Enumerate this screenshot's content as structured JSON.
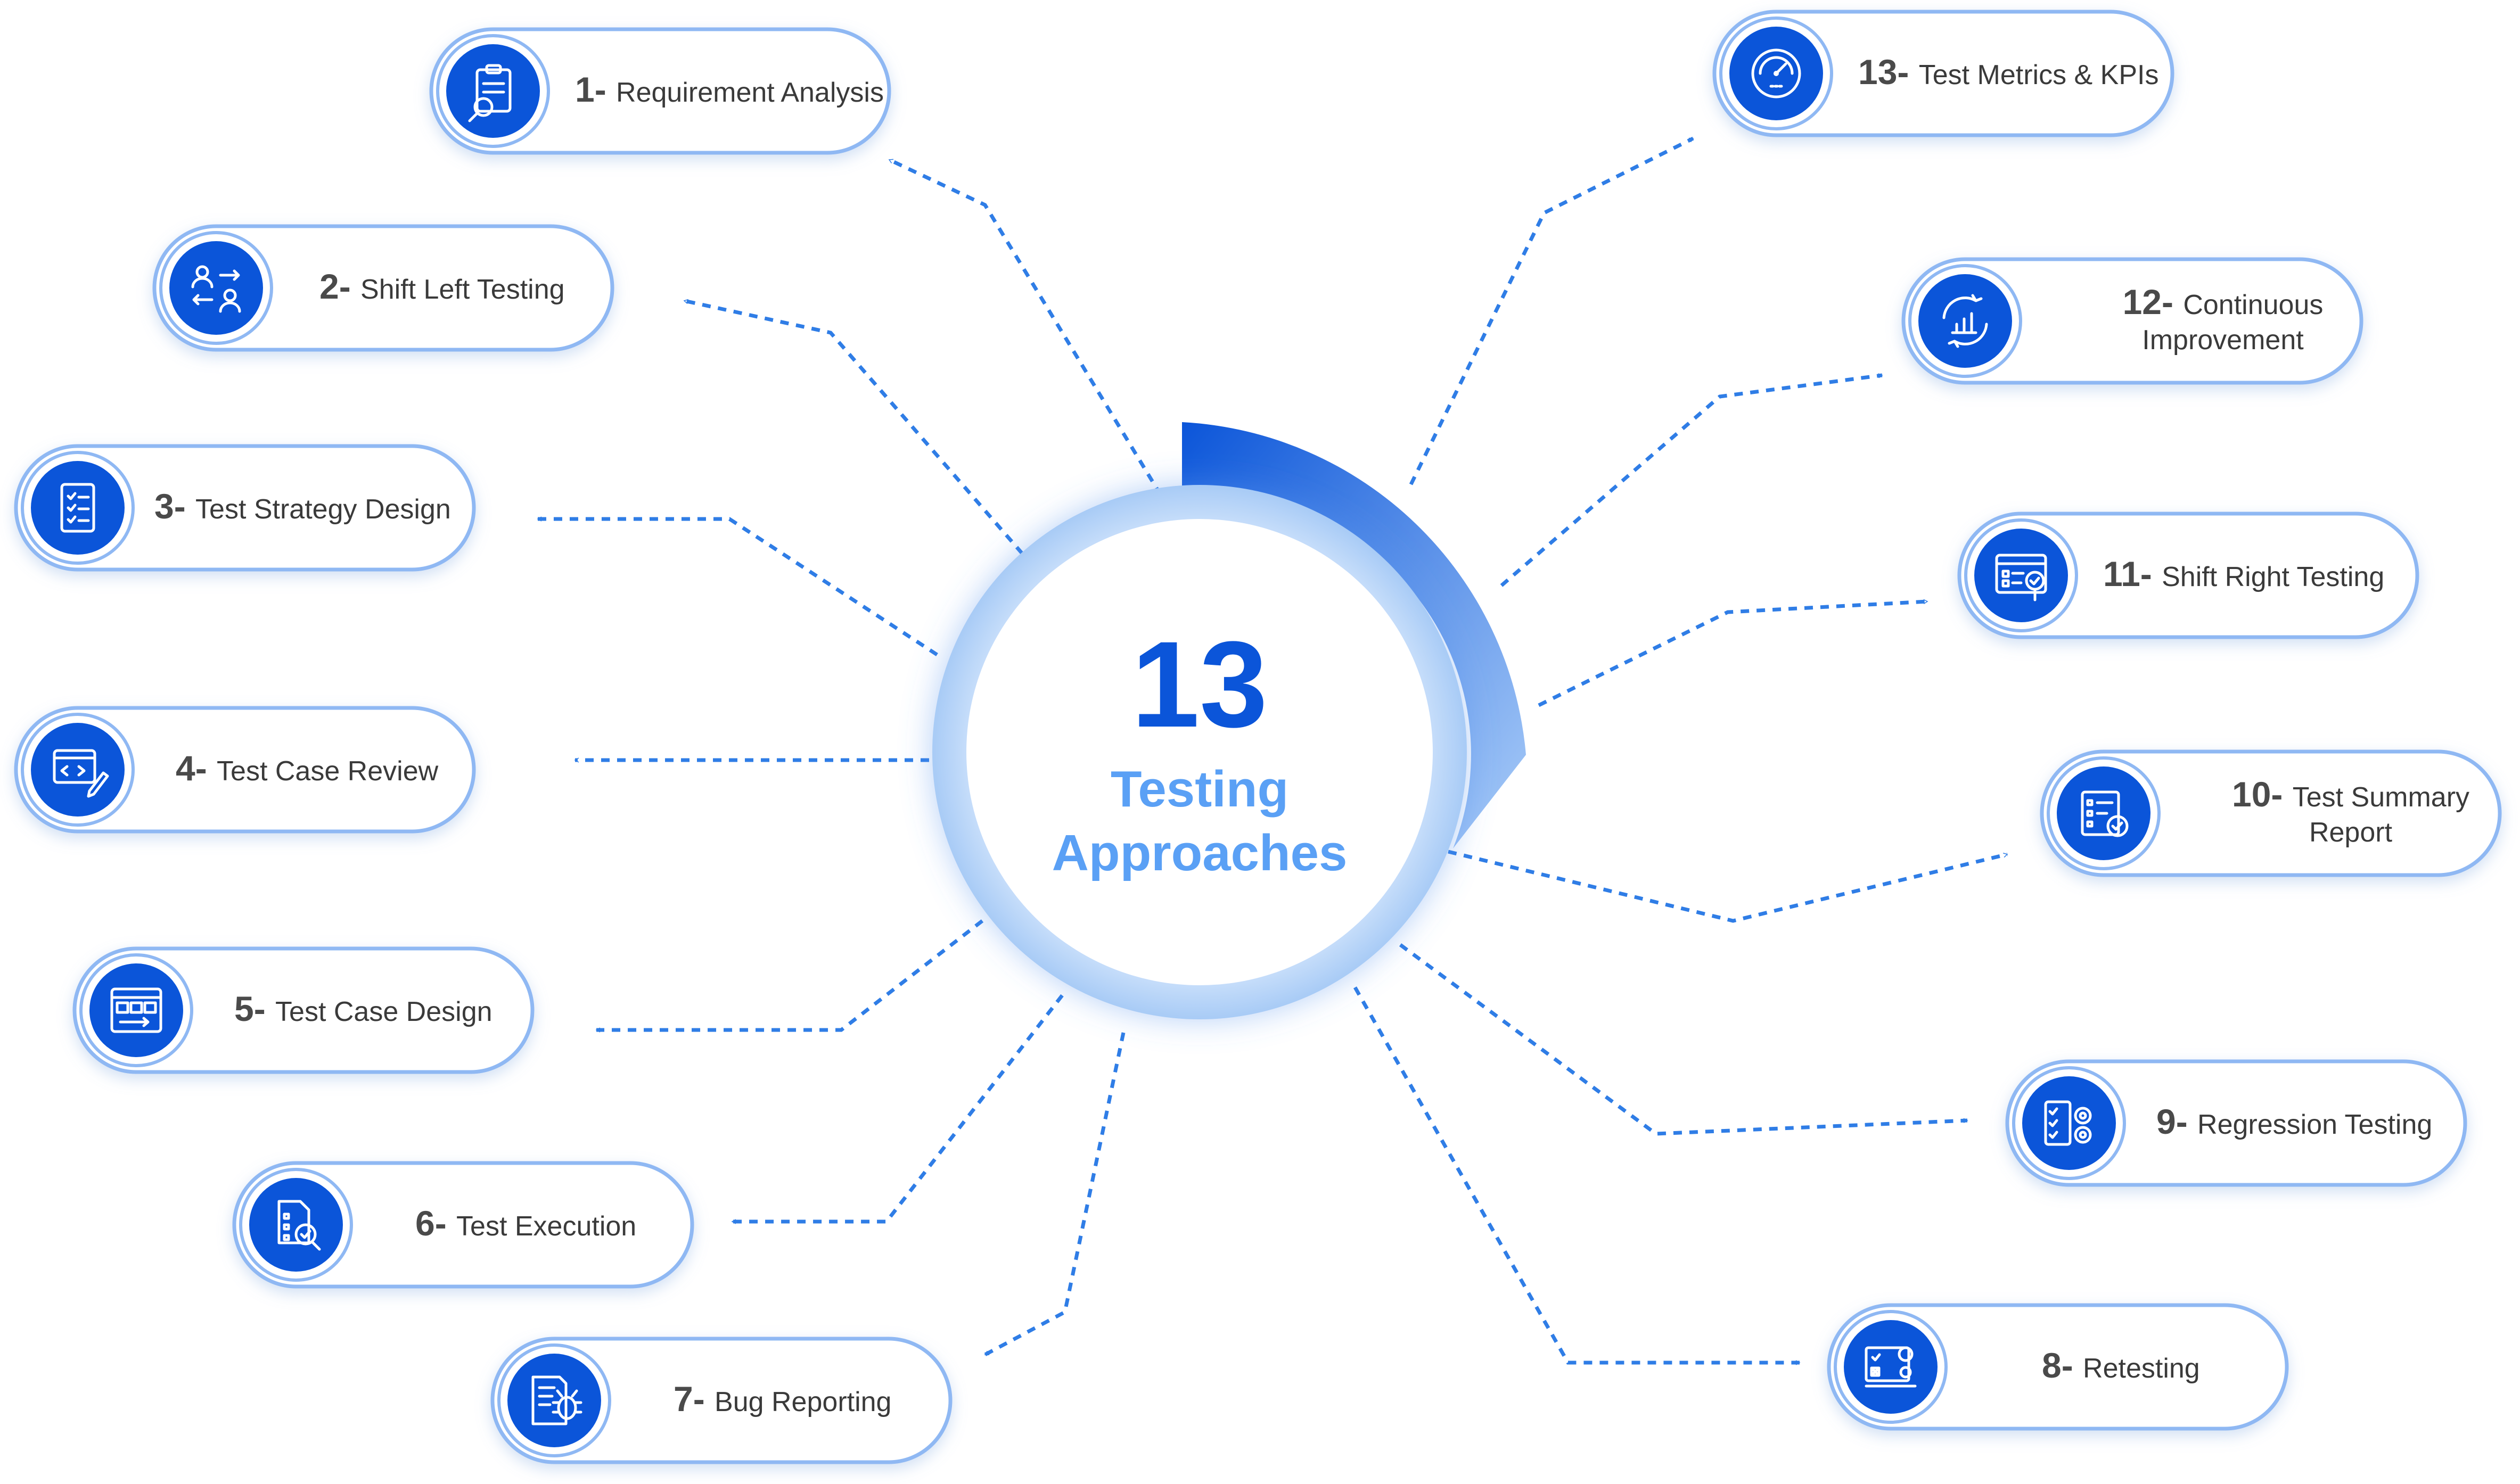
{
  "center": {
    "number": "13",
    "title_line1": "Testing",
    "title_line2": "Approaches"
  },
  "colors": {
    "accent": "#0b55d9",
    "pill_border": "#8fb8f3",
    "connector": "#2f7de6",
    "ring_light": "#bcd6f8",
    "text": "#3a3a3a"
  },
  "items": [
    {
      "number": "1-",
      "label": [
        "Requirement Analysis"
      ],
      "icon": "clipboard-search-icon"
    },
    {
      "number": "2-",
      "label": [
        "Shift Left Testing"
      ],
      "icon": "users-exchange-icon"
    },
    {
      "number": "3-",
      "label": [
        "Test Strategy Design"
      ],
      "icon": "checklist-icon"
    },
    {
      "number": "4-",
      "label": [
        "Test Case Review"
      ],
      "icon": "code-edit-icon"
    },
    {
      "number": "5-",
      "label": [
        "Test Case Design"
      ],
      "icon": "browser-layout-icon"
    },
    {
      "number": "6-",
      "label": [
        "Test Execution"
      ],
      "icon": "document-search-icon"
    },
    {
      "number": "7-",
      "label": [
        "Bug Reporting"
      ],
      "icon": "bug-report-icon"
    },
    {
      "number": "8-",
      "label": [
        "Retesting"
      ],
      "icon": "monitor-gear-icon"
    },
    {
      "number": "9-",
      "label": [
        "Regression Testing"
      ],
      "icon": "checklist-gears-icon"
    },
    {
      "number": "10-",
      "label": [
        "Test Summary",
        "Report"
      ],
      "icon": "report-check-icon"
    },
    {
      "number": "11-",
      "label": [
        "Shift Right Testing"
      ],
      "icon": "browser-check-icon"
    },
    {
      "number": "12-",
      "label": [
        "Continuous",
        "Improvement"
      ],
      "icon": "cycle-chart-icon"
    },
    {
      "number": "13-",
      "label": [
        "Test Metrics & KPIs"
      ],
      "icon": "speedometer-icon"
    }
  ]
}
